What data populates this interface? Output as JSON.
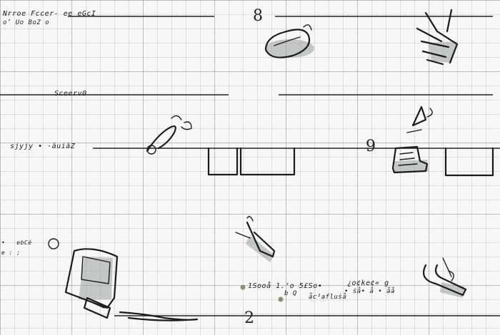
{
  "sketch": {
    "header_line_1": "Nrroe Fccer- ee eGcI",
    "header_line_2": "o’ Uo BoZ   o",
    "label_left_mid": "Sceerv0",
    "label_left_row2": "sjyjy • ·āuiāZ",
    "label_left_row3_a": "•   ebCé",
    "label_left_row3_b": "e : ;",
    "label_bottom_a": "1Sooå 1.ʻo  5£So•",
    "label_bottom_b": "b   Q",
    "label_bottom_c": "¿o¢ke¢« g",
    "label_bottom_d": "• ṡå• å • åå",
    "label_bottom_e": "åc²afluṡå",
    "num_top": "8",
    "num_mid": "9",
    "num_bottom": "2"
  },
  "icons": [
    "note-pad-icon",
    "hand-tool-icon",
    "pencil-icon",
    "tablet-icon",
    "usb-drive-icon",
    "bag-icon",
    "pen-nib-icon",
    "kiosk-terminal-icon",
    "tweezers-icon",
    "clamp-icon"
  ],
  "colors": {
    "ink": "#1b1b1b",
    "grid": "#aab0b4",
    "paper": "#f7f7f5",
    "shade": "#9aa0a0"
  }
}
